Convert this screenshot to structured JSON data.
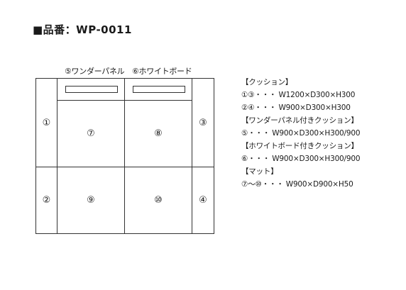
{
  "title": "■品番：WP-0011",
  "top_labels": {
    "wonder_panel": "⑤ワンダーパネル",
    "whiteboard": "⑥ホワイトボード"
  },
  "layout": {
    "cushion_left_top": "①",
    "cushion_left_bottom": "②",
    "cushion_right_top": "③",
    "cushion_right_bottom": "④",
    "mat_top_left": "⑦",
    "mat_top_right": "⑧",
    "mat_bottom_left": "⑨",
    "mat_bottom_right": "⑩"
  },
  "specs": [
    "【クッション】",
    "①③・・・ W1200×D300×H300",
    "②④・・・ W900×D300×H300",
    "【ワンダーパネル付きクッション】",
    "⑤・・・ W900×D300×H300/900",
    "【ホワイトボード付きクッション】",
    "⑥・・・ W900×D300×H300/900",
    "【マット】",
    "⑦～⑩・・・ W900×D900×H50"
  ]
}
